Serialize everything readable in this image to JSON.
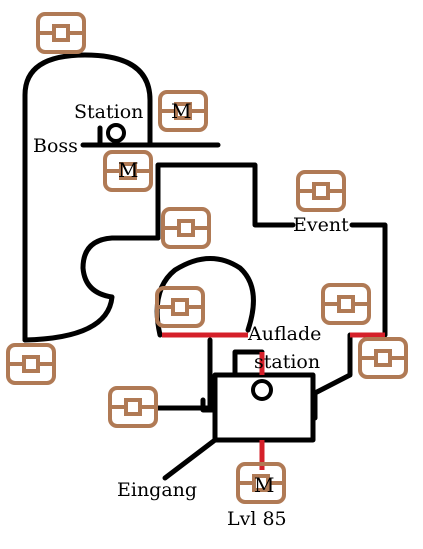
{
  "labels": {
    "station": "Station",
    "boss": "Boss",
    "event": "Event",
    "aufladestation_1": "Auflade",
    "aufladestation_2": "station",
    "eingang": "Eingang",
    "level": "Lvl 85"
  },
  "markers": {
    "merchant": "M"
  },
  "colors": {
    "wall": "#000000",
    "door": "#d5202a",
    "chest": "#b07a55"
  },
  "icons": [
    "chest-icon",
    "merchant-icon",
    "teleport-circle-icon"
  ]
}
